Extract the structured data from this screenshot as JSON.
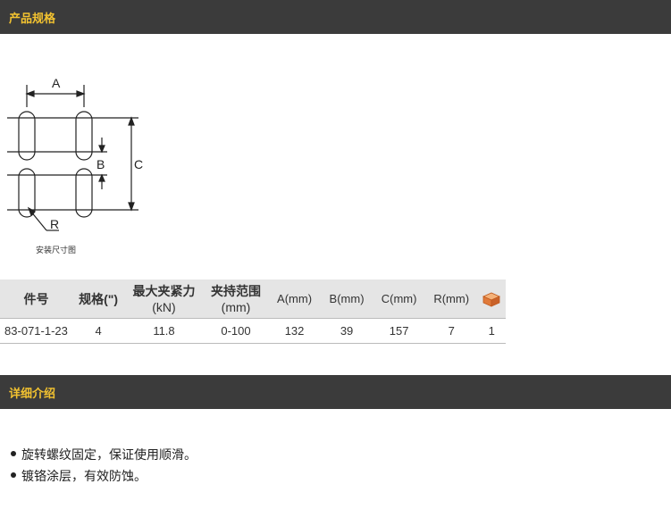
{
  "sections": {
    "spec_title": "产品规格",
    "detail_title": "详细介绍"
  },
  "diagram": {
    "label_a": "A",
    "label_b": "B",
    "label_c": "C",
    "label_r": "R",
    "caption": "安装尺寸图"
  },
  "table": {
    "headers": {
      "part_no": "件号",
      "spec": "规格(\")",
      "clamp_force_l1": "最大夹紧力",
      "clamp_force_l2": "(kN)",
      "clamp_range_l1": "夹持范围",
      "clamp_range_l2": "(mm)",
      "a": "A(mm)",
      "b": "B(mm)",
      "c": "C(mm)",
      "r": "R(mm)"
    },
    "rows": [
      {
        "part_no": "83-071-1-23",
        "spec": "4",
        "clamp_force": "11.8",
        "clamp_range": "0-100",
        "a": "132",
        "b": "39",
        "c": "157",
        "r": "7",
        "qty": "1"
      }
    ]
  },
  "features": [
    "旋转螺纹固定，保证使用顺滑。",
    "镀铬涂层，有效防蚀。"
  ],
  "colors": {
    "bar_bg": "#3b3b3b",
    "bar_text": "#f2c230",
    "header_bg": "#e5e5e5",
    "box_icon": "#e07a3a"
  }
}
